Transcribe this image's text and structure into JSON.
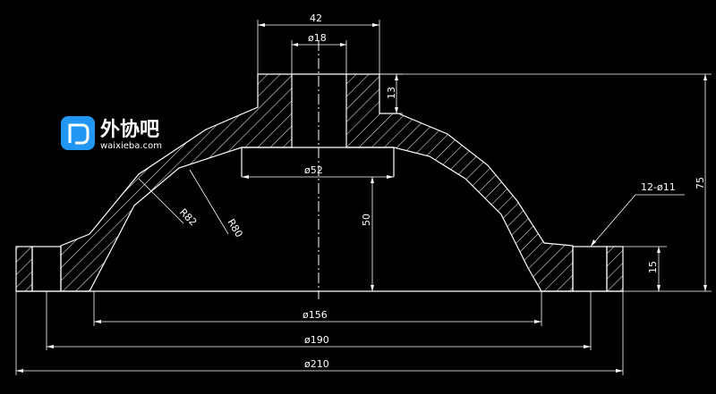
{
  "drawing": {
    "dimensions": {
      "top_width": "42",
      "bore": "ø18",
      "hub_height": "13",
      "recess": "ø52",
      "total_height": "75",
      "depth": "50",
      "radius_outer": "R82",
      "radius_inner": "R80",
      "holes": "12-ø11",
      "flange_thickness": "15",
      "inner_diameter": "ø156",
      "bolt_circle": "ø190",
      "outer_diameter": "ø210"
    }
  },
  "logo": {
    "name": "外协吧",
    "url": "waixieba.com"
  },
  "colors": {
    "background": "#000000",
    "lines": "#ffffff",
    "logo_blue": "#2196f3"
  }
}
